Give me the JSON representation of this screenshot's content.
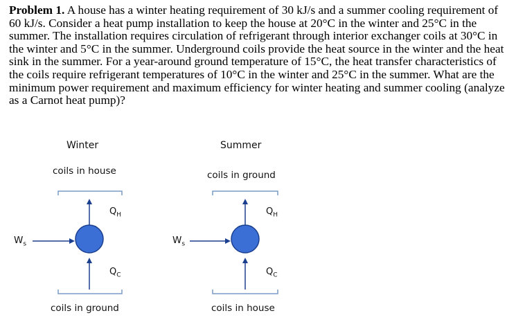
{
  "problem": {
    "label": "Problem 1.",
    "text": "A house has a winter heating requirement of 30 kJ/s and a summer cooling requirement of 60 kJ/s.  Consider a heat pump installation to keep the house at 20°C in the winter and 25°C in the summer. The installation requires circulation of refrigerant through interior exchanger coils at 30°C in the winter and 5°C in the summer. Underground coils provide the heat source in the winter and the heat sink in the summer.  For a year-around ground temperature of 15°C, the heat transfer characteristics of the coils require refrigerant temperatures of 10°C in the winter and 25°C in the summer. What are the minimum power requirement and maximum efficiency for winter heating and summer cooling (analyze as a Carnot heat pump)?"
  },
  "winter": {
    "title": "Winter",
    "top_coil": "coils in house",
    "bottom_coil": "coils in ground",
    "work": {
      "symbol": "W",
      "sub": "s"
    },
    "qh": {
      "symbol": "Q",
      "sub": "H"
    },
    "qc": {
      "symbol": "Q",
      "sub": "C"
    }
  },
  "summer": {
    "title": "Summer",
    "top_coil": "coils in ground",
    "bottom_coil": "coils in house",
    "work": {
      "symbol": "W",
      "sub": "s"
    },
    "qh": {
      "symbol": "Q",
      "sub": "H"
    },
    "qc": {
      "symbol": "Q",
      "sub": "C"
    }
  },
  "colors": {
    "pump_fill": "#3b6fd6",
    "pump_stroke": "#1a3f8f",
    "coil_line": "#7a9cc6",
    "arrow": "#1a3f8f"
  }
}
